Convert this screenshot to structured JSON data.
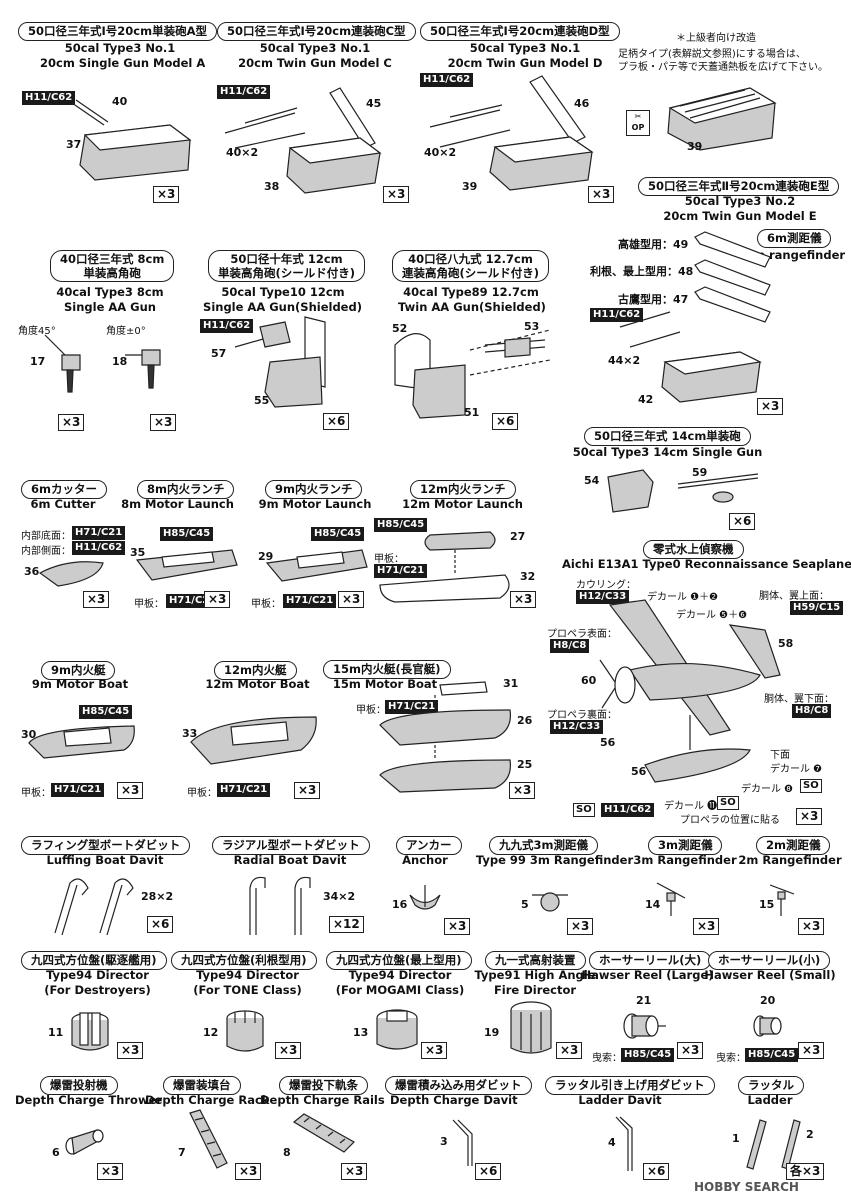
{
  "sections": {
    "typeA": {
      "title": "50口径三年式Ⅰ号20cm単装砲A型",
      "en1": "50cal Type3 No.1",
      "en2": "20cm Single Gun Model A",
      "code": "H11/C62",
      "parts": [
        "40",
        "37"
      ],
      "qty": "×3"
    },
    "typeC": {
      "title": "50口径三年式Ⅰ号20cm連装砲C型",
      "en1": "50cal Type3 No.1",
      "en2": "20cm Twin Gun Model C",
      "code": "H11/C62",
      "parts": [
        "45",
        "40×2",
        "38"
      ],
      "qty": "×3"
    },
    "typeD": {
      "title": "50口径三年式Ⅰ号20cm連装砲D型",
      "en1": "50cal Type3 No.1",
      "en2": "20cm Twin Gun Model D",
      "code": "H11/C62",
      "parts": [
        "46",
        "40×2",
        "39"
      ],
      "qty": "×3"
    },
    "advanced": {
      "note1": "＊上級者向け改造",
      "note2": "足柄タイプ(表解説文参照)にする場合は、",
      "note3": "プラ板・パテ等で天蓋通熱板を広げて下さい。",
      "part": "39",
      "op": "OP"
    },
    "typeE": {
      "title": "50口径三年式Ⅱ号20cm連装砲E型",
      "en1": "50cal Type3 No.2",
      "en2": "20cm Twin Gun Model E",
      "code": "H11/C62",
      "rows": [
        "高雄型用：49",
        "利根、最上型用：48",
        "古鷹型用：47"
      ],
      "parts": [
        "44×2",
        "42"
      ],
      "qty": "×3"
    },
    "rangefinder6": {
      "title": "6m測距儀",
      "en": "6m rangefinder"
    },
    "aa8": {
      "title1": "40口径三年式 8cm",
      "title2": "単装高角砲",
      "en1": "40cal Type3 8cm",
      "en2": "Single AA Gun",
      "angle1": "角度45°",
      "angle2": "角度±0°",
      "parts": [
        "17",
        "18"
      ],
      "qty": "×3"
    },
    "aa12": {
      "title1": "50口径十年式 12cm",
      "title2": "単装高角砲(シールド付き)",
      "en1": "50cal Type10 12cm",
      "en2": "Single AA Gun(Shielded)",
      "code": "H11/C62",
      "parts": [
        "57",
        "55"
      ],
      "qty": "×6"
    },
    "aa127": {
      "title1": "40口径八九式 12.7cm",
      "title2": "連装高角砲(シールド付き)",
      "en1": "40cal Type89 12.7cm",
      "en2": "Twin AA Gun(Shielded)",
      "parts": [
        "52",
        "53",
        "51"
      ],
      "qty": "×6"
    },
    "gun14": {
      "title": "50口径三年式 14cm単装砲",
      "en": "50cal Type3 14cm Single Gun",
      "parts": [
        "54",
        "59"
      ],
      "qty": "×6"
    },
    "cutter": {
      "title": "6mカッター",
      "en": "6m Cutter",
      "l1": "内部底面：",
      "c1": "H71/C21",
      "l2": "内部側面：",
      "c2": "H11/C62",
      "part": "36",
      "qty": "×3"
    },
    "launch8": {
      "title": "8m内火ランチ",
      "en": "8m Motor Launch",
      "code": "H85/C45",
      "deck": "甲板：",
      "deckcode": "H71/C21",
      "part": "35",
      "qty": "×3"
    },
    "launch9": {
      "title": "9m内火ランチ",
      "en": "9m Motor Launch",
      "code": "H85/C45",
      "deck": "甲板：",
      "deckcode": "H71/C21",
      "part": "29",
      "qty": "×3"
    },
    "launch12": {
      "title": "12m内火ランチ",
      "en": "12m Motor Launch",
      "code": "H85/C45",
      "deck": "甲板：",
      "deckcode": "H71/C21",
      "parts": [
        "27",
        "32"
      ],
      "qty": "×3"
    },
    "seaplane": {
      "title": "零式水上偵察機",
      "en": "Aichi E13A1 Type0 Reconnaissance Seaplane",
      "cowl": "カウリング：",
      "cowlcode": "H12/C33",
      "decal12": "デカール ❶＋❷",
      "decal56": "デカール ❺＋❻",
      "fuse_top": "胴体、翼上面：",
      "fuse_top_code": "H59/C15",
      "prop_front": "プロペラ表面：",
      "prop_front_code": "H8/C8",
      "prop_back": "プロペラ裏面：",
      "prop_back_code": "H12/C33",
      "fuse_bottom": "胴体、翼下面：",
      "fuse_bottom_code": "H8/C8",
      "lower": "下面",
      "decal7": "デカール ❼",
      "decal8": "デカール ❽",
      "decal11": "デカール ⓫",
      "decal11b": "プロペラの位置に貼る",
      "so": "SO",
      "float_code": "H11/C62",
      "parts": [
        "58",
        "60",
        "56",
        "56"
      ],
      "qty": "×3"
    },
    "boat9": {
      "title": "9m内火艇",
      "en": "9m Motor Boat",
      "code": "H85/C45",
      "deck": "甲板：",
      "deckcode": "H71/C21",
      "part": "30",
      "qty": "×3"
    },
    "boat12": {
      "title": "12m内火艇",
      "en": "12m Motor Boat",
      "deck": "甲板：",
      "deckcode": "H71/C21",
      "part": "33",
      "qty": "×3"
    },
    "boat15": {
      "title": "15m内火艇(長官艇)",
      "en": "15m Motor Boat",
      "deck": "甲板：",
      "deckcode": "H71/C21",
      "parts": [
        "31",
        "26",
        "25"
      ],
      "qty": "×3"
    },
    "luffing": {
      "title": "ラフィング型ボートダビット",
      "en": "Luffing Boat Davit",
      "part": "28×2",
      "qty": "×6"
    },
    "radial": {
      "title": "ラジアル型ボートダビット",
      "en": "Radial Boat Davit",
      "part": "34×2",
      "qty": "×12"
    },
    "anchor": {
      "title": "アンカー",
      "en": "Anchor",
      "part": "16",
      "qty": "×3"
    },
    "rf99": {
      "title": "九九式3m測距儀",
      "en": "Type 99 3m Rangefinder",
      "part": "5",
      "qty": "×3"
    },
    "rf3": {
      "title": "3m測距儀",
      "en": "3m Rangefinder",
      "part": "14",
      "qty": "×3"
    },
    "rf2": {
      "title": "2m測距儀",
      "en": "2m Rangefinder",
      "part": "15",
      "qty": "×3"
    },
    "dir1": {
      "title": "九四式方位盤(駆逐艦用)",
      "en1": "Type94 Director",
      "en2": "(For Destroyers)",
      "part": "11",
      "qty": "×3"
    },
    "dir2": {
      "title": "九四式方位盤(利根型用)",
      "en1": "Type94 Director",
      "en2": "(For TONE Class)",
      "part": "12",
      "qty": "×3"
    },
    "dir3": {
      "title": "九四式方位盤(最上型用)",
      "en1": "Type94 Director",
      "en2": "(For MOGAMI Class)",
      "part": "13",
      "qty": "×3"
    },
    "fire91": {
      "title": "九一式高射装置",
      "en1": "Type91 High Angle",
      "en2": "Fire Director",
      "part": "19",
      "qty": "×3"
    },
    "reelL": {
      "title": "ホーサーリール(大)",
      "en": "Hawser Reel (Large)",
      "part": "21",
      "rope": "曳索：",
      "code": "H85/C45",
      "qty": "×3"
    },
    "reelS": {
      "title": "ホーサーリール(小)",
      "en": "Hawser Reel (Small)",
      "part": "20",
      "rope": "曳索：",
      "code": "H85/C45",
      "qty": "×3"
    },
    "dcThrower": {
      "title": "爆雷投射機",
      "en": "Depth Charge Thrower",
      "part": "6",
      "qty": "×3"
    },
    "dcRack": {
      "title": "爆雷装填台",
      "en": "Depth Charge Rack",
      "part": "7",
      "qty": "×3"
    },
    "dcRails": {
      "title": "爆雷投下軌条",
      "en": "Depth Charge Rails",
      "part": "8",
      "qty": "×3"
    },
    "dcDavit": {
      "title": "爆雷積み込み用ダビット",
      "en": "Depth Charge Davit",
      "part": "3",
      "qty": "×6"
    },
    "ladderDavit": {
      "title": "ラッタル引き上げ用ダビット",
      "en": "Ladder Davit",
      "part": "4",
      "qty": "×6"
    },
    "ladder": {
      "title": "ラッタル",
      "en": "Ladder",
      "parts": [
        "1",
        "2"
      ],
      "qty": "各×3"
    }
  },
  "watermark": "HOBBY SEARCH"
}
